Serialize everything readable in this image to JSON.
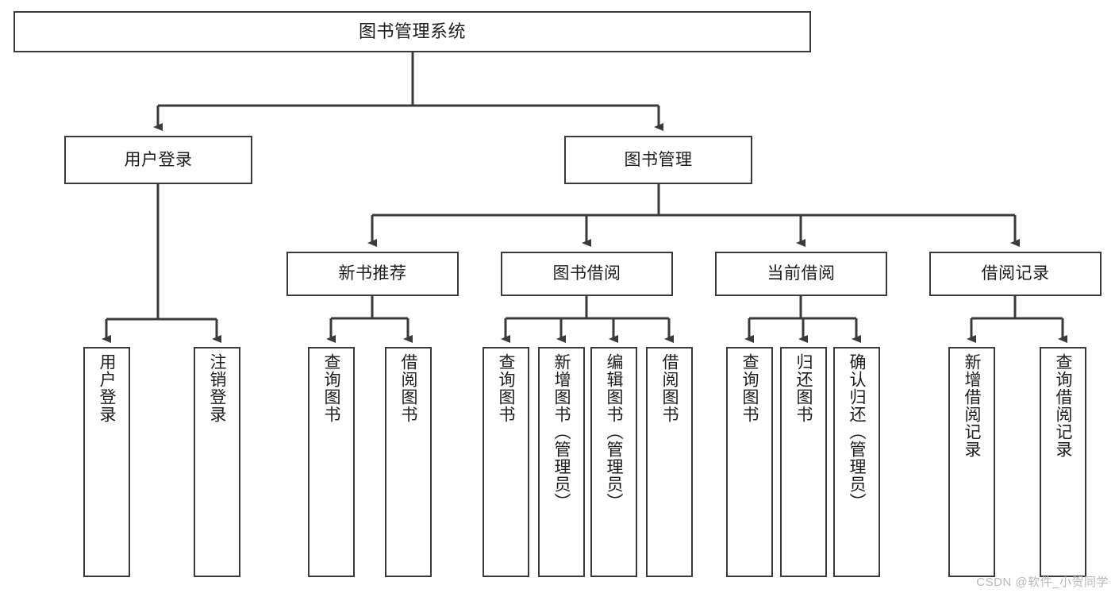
{
  "diagram": {
    "type": "tree-hierarchy",
    "title": "图书管理系统",
    "watermark": "CSDN @软件_小贺同学",
    "colors": {
      "box_border": "#3a3a3a",
      "box_fill": "#ffffff",
      "edge": "#3a3a3a",
      "text": "#1d1d1d",
      "watermark": "#b9b9b9"
    },
    "root": {
      "id": "root",
      "label": "图书管理系统"
    },
    "level2": [
      {
        "id": "user-login",
        "label": "用户登录"
      },
      {
        "id": "book-manage",
        "label": "图书管理"
      }
    ],
    "level3": [
      {
        "id": "new-book-recommend",
        "label": "新书推荐",
        "parent": "book-manage"
      },
      {
        "id": "book-borrow",
        "label": "图书借阅",
        "parent": "book-manage"
      },
      {
        "id": "current-borrow",
        "label": "当前借阅",
        "parent": "book-manage"
      },
      {
        "id": "borrow-record",
        "label": "借阅记录",
        "parent": "book-manage"
      }
    ],
    "leaves": [
      {
        "id": "leaf-user-login",
        "label": "用户登录",
        "parent": "user-login"
      },
      {
        "id": "leaf-user-logout",
        "label": "注销登录",
        "parent": "user-login"
      },
      {
        "id": "leaf-query-book-1",
        "label": "查询图书",
        "parent": "new-book-recommend"
      },
      {
        "id": "leaf-borrow-book-1",
        "label": "借阅图书",
        "parent": "new-book-recommend"
      },
      {
        "id": "leaf-query-book-2",
        "label": "查询图书",
        "parent": "book-borrow"
      },
      {
        "id": "leaf-add-book",
        "label": "新增图书（管理员）",
        "parent": "book-borrow"
      },
      {
        "id": "leaf-edit-book",
        "label": "编辑图书（管理员）",
        "parent": "book-borrow"
      },
      {
        "id": "leaf-borrow-book-2",
        "label": "借阅图书",
        "parent": "book-borrow"
      },
      {
        "id": "leaf-query-book-3",
        "label": "查询图书",
        "parent": "current-borrow"
      },
      {
        "id": "leaf-return-book",
        "label": "归还图书",
        "parent": "current-borrow"
      },
      {
        "id": "leaf-confirm-return",
        "label": "确认归还（管理员）",
        "parent": "current-borrow"
      },
      {
        "id": "leaf-add-record",
        "label": "新增借阅记录",
        "parent": "borrow-record"
      },
      {
        "id": "leaf-query-record",
        "label": "查询借阅记录",
        "parent": "borrow-record"
      }
    ]
  }
}
